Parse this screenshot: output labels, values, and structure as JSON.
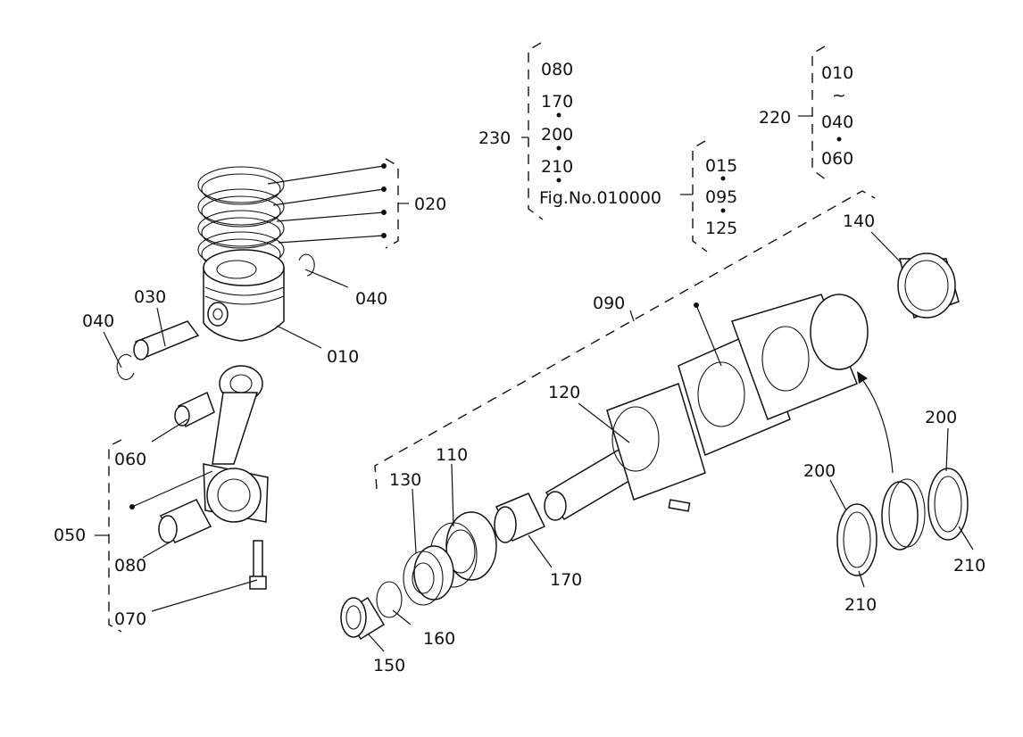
{
  "parts": {
    "p010": "010",
    "p020": "020",
    "p030": "030",
    "p040a": "040",
    "p040b": "040",
    "p050": "050",
    "p060": "060",
    "p070": "070",
    "p080": "080",
    "p090": "090",
    "p110": "110",
    "p120": "120",
    "p130": "130",
    "p140": "140",
    "p150": "150",
    "p160": "160",
    "p170": "170",
    "p200a": "200",
    "p200b": "200",
    "p210a": "210",
    "p210b": "210"
  },
  "group230": {
    "label": "230",
    "items": [
      "080",
      "170",
      "200",
      "210",
      "Fig.No.010000"
    ]
  },
  "subgroup": {
    "items": [
      "015",
      "095",
      "125"
    ]
  },
  "group220": {
    "label": "220",
    "items": [
      "010",
      "~",
      "040",
      "060"
    ]
  }
}
